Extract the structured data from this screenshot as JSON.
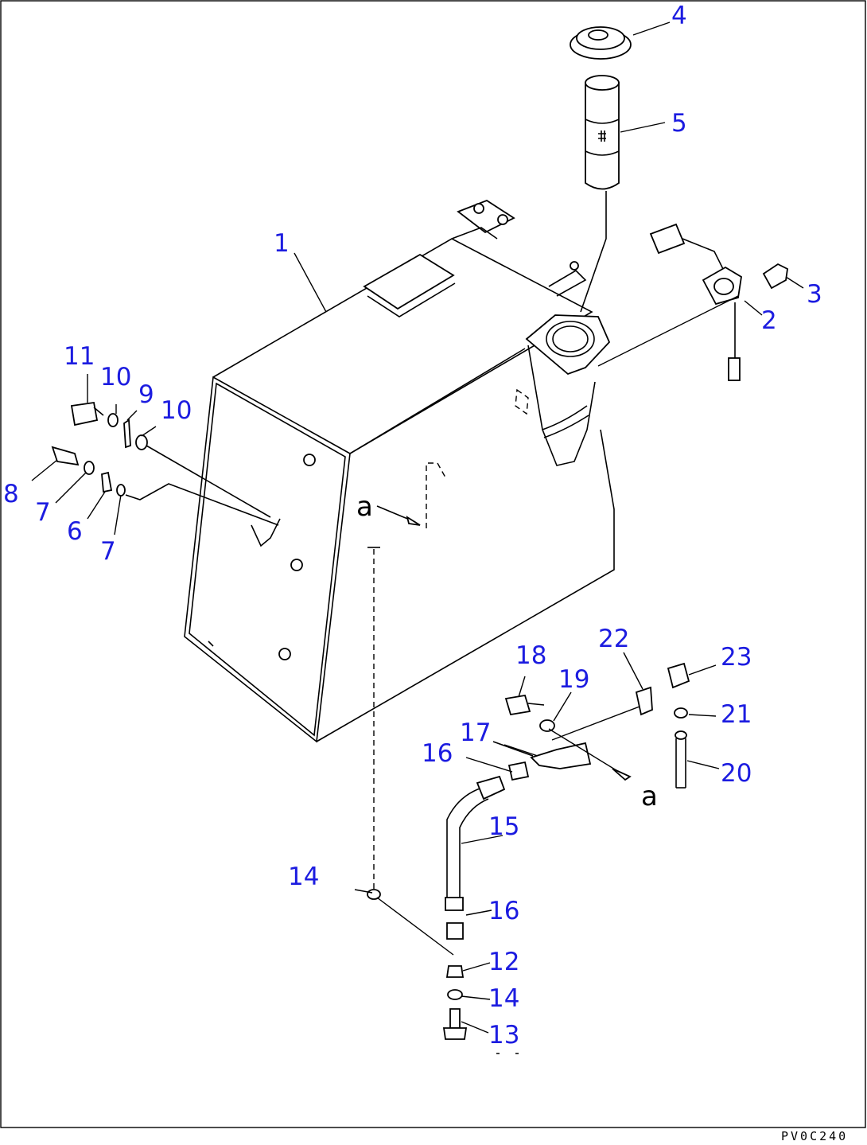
{
  "drawing_code": "PV0C240",
  "view_marks": [
    "a",
    "a"
  ],
  "callouts": [
    {
      "id": "1",
      "text": "1"
    },
    {
      "id": "2",
      "text": "2"
    },
    {
      "id": "3",
      "text": "3"
    },
    {
      "id": "4",
      "text": "4"
    },
    {
      "id": "5",
      "text": "5"
    },
    {
      "id": "6",
      "text": "6"
    },
    {
      "id": "7a",
      "text": "7"
    },
    {
      "id": "7b",
      "text": "7"
    },
    {
      "id": "8",
      "text": "8"
    },
    {
      "id": "9",
      "text": "9"
    },
    {
      "id": "10a",
      "text": "10"
    },
    {
      "id": "10b",
      "text": "10"
    },
    {
      "id": "11",
      "text": "11"
    },
    {
      "id": "12",
      "text": "12"
    },
    {
      "id": "13",
      "text": "13"
    },
    {
      "id": "14a",
      "text": "14"
    },
    {
      "id": "14b",
      "text": "14"
    },
    {
      "id": "15",
      "text": "15"
    },
    {
      "id": "16a",
      "text": "16"
    },
    {
      "id": "16b",
      "text": "16"
    },
    {
      "id": "17",
      "text": "17"
    },
    {
      "id": "18",
      "text": "18"
    },
    {
      "id": "19",
      "text": "19"
    },
    {
      "id": "20",
      "text": "20"
    },
    {
      "id": "21",
      "text": "21"
    },
    {
      "id": "22",
      "text": "22"
    },
    {
      "id": "23",
      "text": "23"
    }
  ],
  "colors": {
    "callout": "#1c1ce0",
    "line": "#000000",
    "background": "#ffffff"
  }
}
